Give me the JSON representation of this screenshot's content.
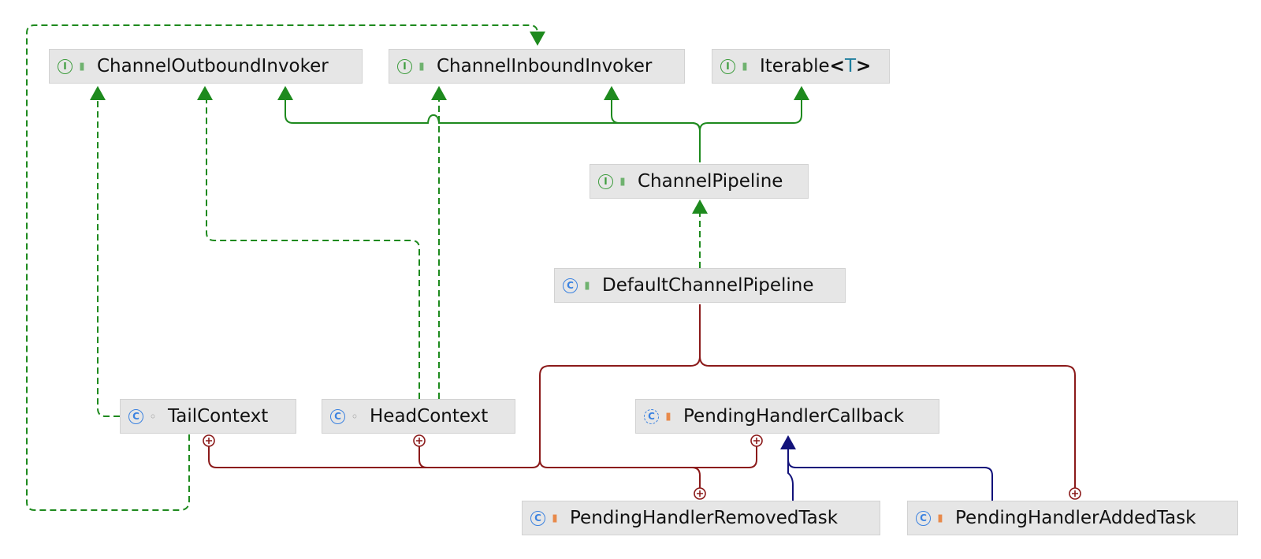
{
  "colors": {
    "inherit": "#2e8b2e",
    "inner": "#8b1a1a",
    "abstract": "#1a1a8b",
    "interface_icon": "#3f9d3f",
    "class_icon": "#3b82e0",
    "public": "#6fb26f",
    "private": "#e8894a",
    "node_bg": "#e6e6e6"
  },
  "nodes": {
    "channel_outbound_invoker": {
      "label": "ChannelOutboundInvoker",
      "kind": "interface",
      "kind_icon": "I",
      "visibility": "public"
    },
    "channel_inbound_invoker": {
      "label": "ChannelInboundInvoker",
      "kind": "interface",
      "kind_icon": "I",
      "visibility": "public"
    },
    "iterable": {
      "label": "Iterable",
      "type_param": "T",
      "kind": "interface",
      "kind_icon": "I",
      "visibility": "public"
    },
    "channel_pipeline": {
      "label": "ChannelPipeline",
      "kind": "interface",
      "kind_icon": "I",
      "visibility": "public"
    },
    "default_channel_pipeline": {
      "label": "DefaultChannelPipeline",
      "kind": "class",
      "kind_icon": "C",
      "visibility": "public"
    },
    "tail_context": {
      "label": "TailContext",
      "kind": "class",
      "kind_icon": "C",
      "visibility": "package"
    },
    "head_context": {
      "label": "HeadContext",
      "kind": "class",
      "kind_icon": "C",
      "visibility": "package"
    },
    "pending_handler_callback": {
      "label": "PendingHandlerCallback",
      "kind": "abstract-class",
      "kind_icon": "C",
      "visibility": "private"
    },
    "pending_handler_removed_task": {
      "label": "PendingHandlerRemovedTask",
      "kind": "class",
      "kind_icon": "C",
      "visibility": "private"
    },
    "pending_handler_added_task": {
      "label": "PendingHandlerAddedTask",
      "kind": "class",
      "kind_icon": "C",
      "visibility": "private"
    }
  },
  "edges": [
    {
      "from": "channel_pipeline",
      "to": "channel_outbound_invoker",
      "type": "extends-interface"
    },
    {
      "from": "channel_pipeline",
      "to": "channel_inbound_invoker",
      "type": "extends-interface"
    },
    {
      "from": "channel_pipeline",
      "to": "iterable",
      "type": "extends-interface"
    },
    {
      "from": "default_channel_pipeline",
      "to": "channel_pipeline",
      "type": "implements"
    },
    {
      "from": "tail_context",
      "to": "channel_outbound_invoker",
      "type": "implements"
    },
    {
      "from": "tail_context",
      "to": "channel_inbound_invoker",
      "type": "implements"
    },
    {
      "from": "head_context",
      "to": "channel_outbound_invoker",
      "type": "implements"
    },
    {
      "from": "head_context",
      "to": "channel_inbound_invoker",
      "type": "implements"
    },
    {
      "from": "pending_handler_removed_task",
      "to": "pending_handler_callback",
      "type": "extends"
    },
    {
      "from": "pending_handler_added_task",
      "to": "pending_handler_callback",
      "type": "extends"
    },
    {
      "from": "default_channel_pipeline",
      "to": "tail_context",
      "type": "inner-class"
    },
    {
      "from": "default_channel_pipeline",
      "to": "head_context",
      "type": "inner-class"
    },
    {
      "from": "default_channel_pipeline",
      "to": "pending_handler_callback",
      "type": "inner-class"
    },
    {
      "from": "default_channel_pipeline",
      "to": "pending_handler_removed_task",
      "type": "inner-class"
    },
    {
      "from": "default_channel_pipeline",
      "to": "pending_handler_added_task",
      "type": "inner-class"
    }
  ]
}
